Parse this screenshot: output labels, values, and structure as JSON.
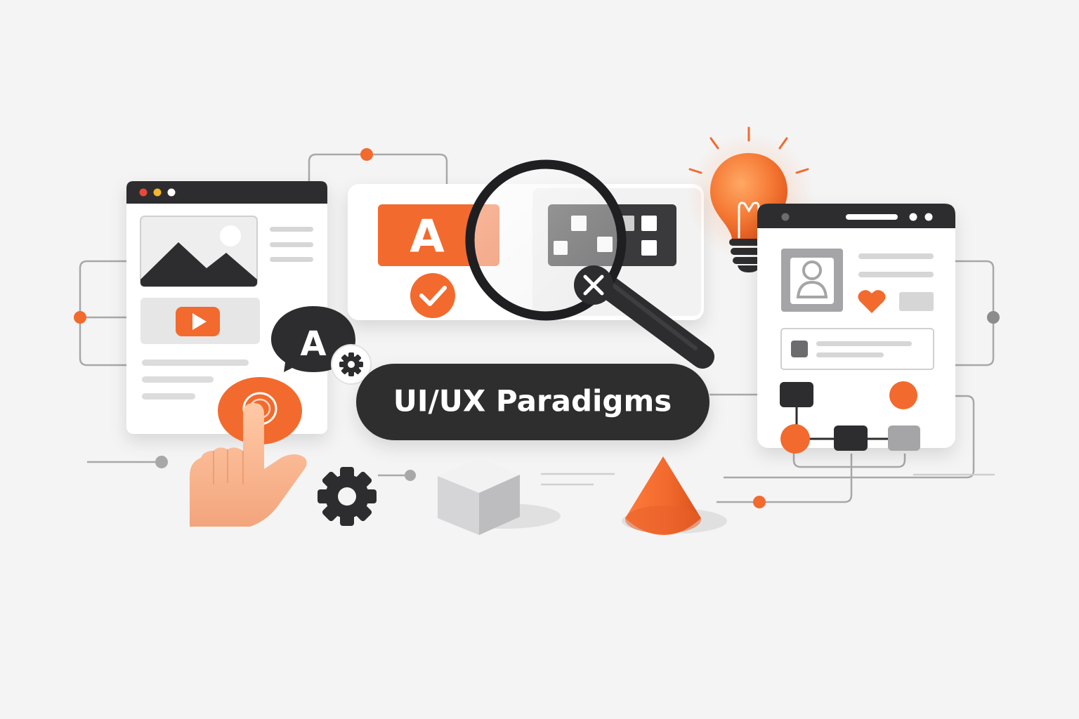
{
  "title": "UI/UX Paradigms",
  "typography_glyph": "A",
  "speech_glyph": "A",
  "colors": {
    "accent": "#f26a2e",
    "dark": "#2d2d2f",
    "panel": "#ffffff",
    "line": "#a8a8a8",
    "muted": "#d6d6d6",
    "background": "#f4f4f4"
  },
  "icons": [
    "image-icon",
    "play-icon",
    "pointer-hand-icon",
    "speech-bubble-icon",
    "gear-icon",
    "magnifier-icon",
    "check-icon",
    "close-icon",
    "lightbulb-icon",
    "avatar-icon",
    "heart-icon",
    "cube-icon",
    "cone-icon"
  ]
}
